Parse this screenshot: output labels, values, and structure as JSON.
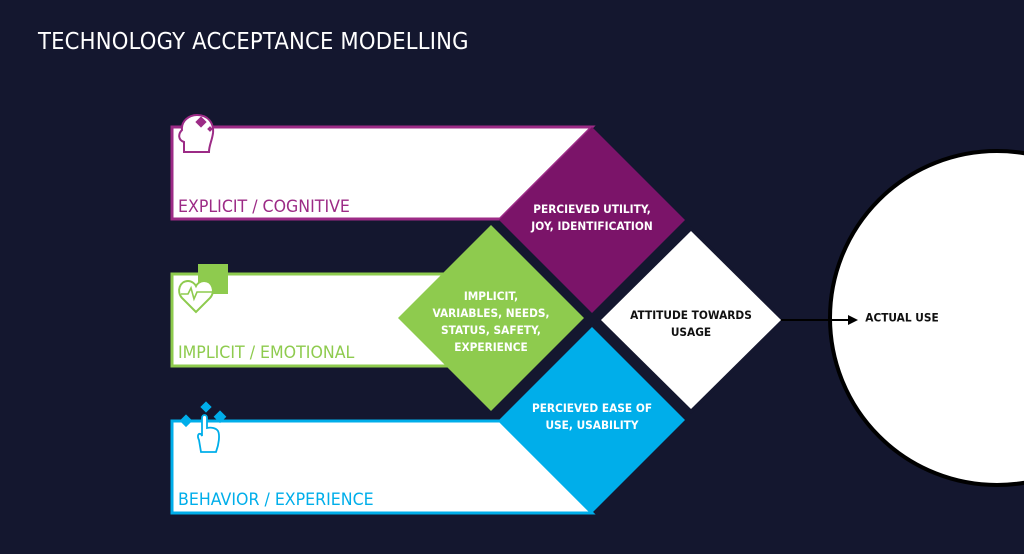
{
  "title": "TECHNOLOGY ACCEPTANCE MODELLING",
  "colors": {
    "background": "#14172f",
    "cognitive": "#7b1469",
    "cognitive_border": "#9c2b86",
    "emotional": "#8ecb4e",
    "behavior": "#00aeea",
    "white": "#ffffff",
    "dark": "#111111"
  },
  "categories": [
    {
      "id": "cognitive",
      "label": "EXPLICIT / COGNITIVE",
      "icon": "head-brain-icon"
    },
    {
      "id": "emotional",
      "label": "IMPLICIT / EMOTIONAL",
      "icon": "heart-pulse-icon"
    },
    {
      "id": "behavior",
      "label": "BEHAVIOR / EXPERIENCE",
      "icon": "touch-hand-icon"
    }
  ],
  "nodes": {
    "utility": {
      "lines": [
        "PERCIEVED UTILITY,",
        "JOY, IDENTIFICATION"
      ]
    },
    "implicit": {
      "lines": [
        "IMPLICIT,",
        "VARIABLES, NEEDS,",
        "STATUS, SAFETY,",
        "EXPERIENCE"
      ]
    },
    "ease": {
      "lines": [
        "PERCIEVED EASE OF",
        "USE, USABILITY"
      ]
    },
    "attitude": {
      "lines": [
        "ATTITUDE TOWARDS",
        "USAGE"
      ]
    },
    "actual_use": {
      "label": "ACTUAL USE"
    }
  }
}
